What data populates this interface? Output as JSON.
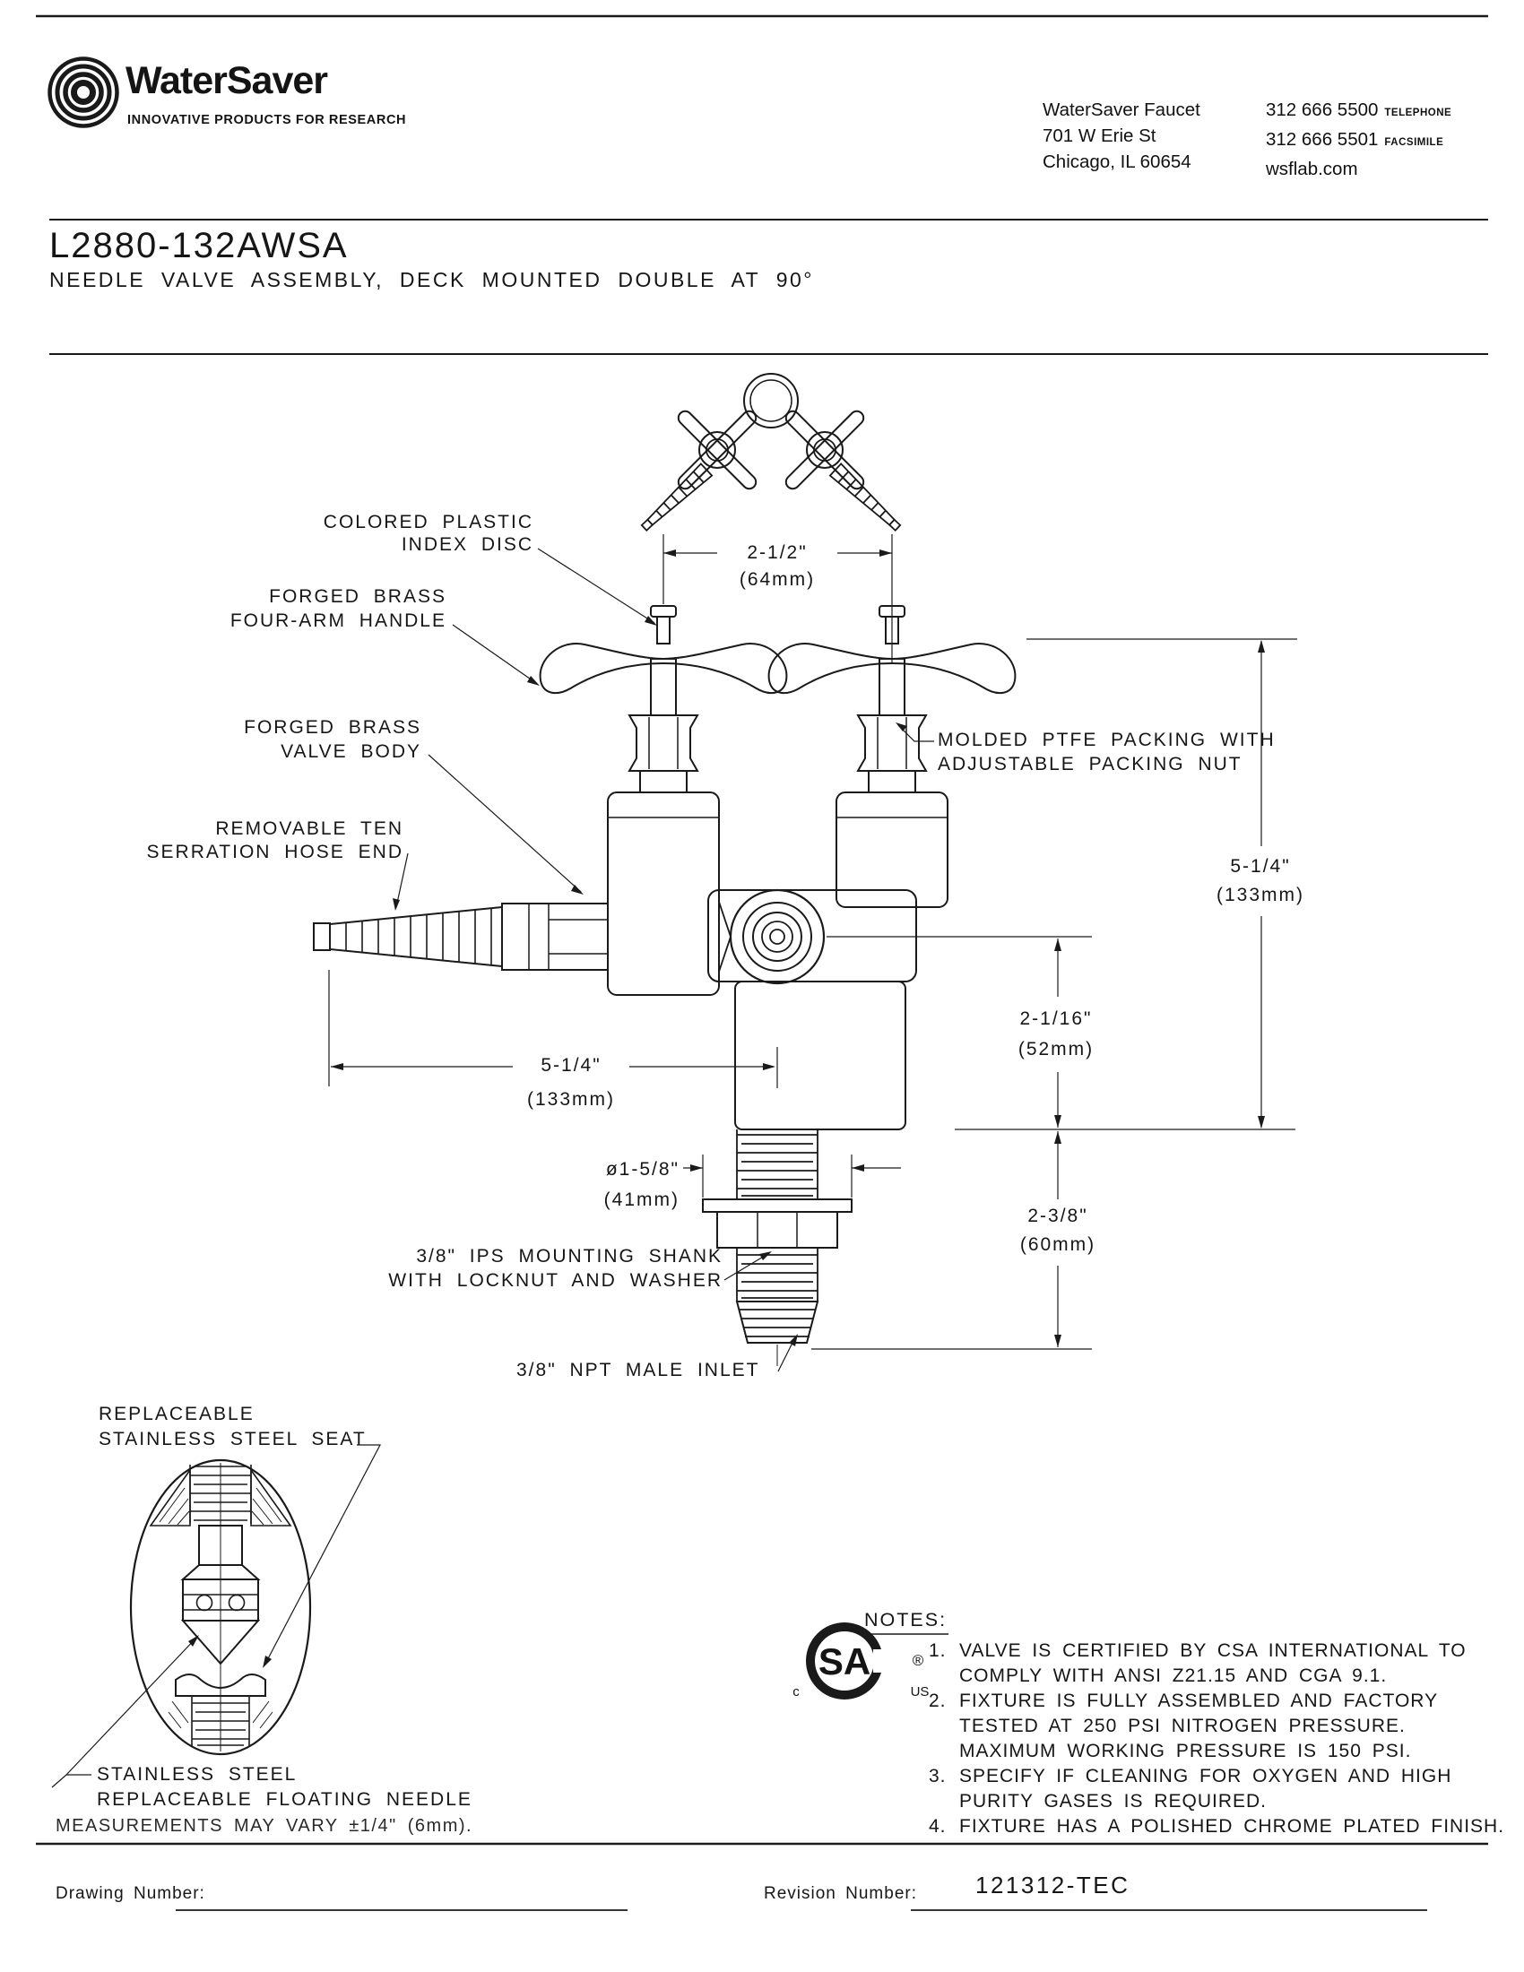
{
  "header": {
    "brand": "WaterSaver",
    "tagline": "INNOVATIVE PRODUCTS FOR RESEARCH",
    "company": "WaterSaver Faucet",
    "address_line1": "701 W Erie St",
    "address_line2": "Chicago, IL 60654",
    "phone": "312 666 5500",
    "phone_label": "TELEPHONE",
    "fax": "312 666 5501",
    "fax_label": "FACSIMILE",
    "website": "wsflab.com"
  },
  "title": {
    "model": "L2880-132AWSA",
    "description": "NEEDLE VALVE ASSEMBLY, DECK MOUNTED DOUBLE AT 90°"
  },
  "drawing": {
    "callouts": {
      "index_disc": {
        "line1": "COLORED PLASTIC",
        "line2": "INDEX DISC"
      },
      "handle": {
        "line1": "FORGED BRASS",
        "line2": "FOUR-ARM HANDLE"
      },
      "valve_body": {
        "line1": "FORGED BRASS",
        "line2": "VALVE BODY"
      },
      "hose_end": {
        "line1": "REMOVABLE TEN",
        "line2": "SERRATION HOSE END"
      },
      "packing": {
        "line1": "MOLDED PTFE PACKING WITH",
        "line2": "ADJUSTABLE PACKING NUT"
      },
      "mounting_shank": {
        "line1": "3/8\" IPS MOUNTING SHANK",
        "line2": "WITH LOCKNUT AND WASHER"
      },
      "inlet": {
        "line1": "3/8\" NPT MALE INLET"
      }
    },
    "dimensions": {
      "handle_spacing": {
        "inches": "2-1/2\"",
        "metric": "(64mm)"
      },
      "overall_height": {
        "inches": "5-1/4\"",
        "metric": "(133mm)"
      },
      "outlet_to_deck": {
        "inches": "2-1/16\"",
        "metric": "(52mm)"
      },
      "reach": {
        "inches": "5-1/4\"",
        "metric": "(133mm)"
      },
      "flange_diameter": {
        "inches": "ø1-5/8\"",
        "metric": "(41mm)"
      },
      "below_deck": {
        "inches": "2-3/8\"",
        "metric": "(60mm)"
      }
    }
  },
  "inset": {
    "seat_callout": {
      "line1": "REPLACEABLE",
      "line2": "STAINLESS STEEL SEAT"
    },
    "needle_callout": {
      "line1": "STAINLESS STEEL",
      "line2": "REPLACEABLE FLOATING NEEDLE"
    },
    "tolerance_note": "MEASUREMENTS MAY VARY ±1/4\" (6mm)."
  },
  "notes": {
    "heading": "NOTES:",
    "items": [
      {
        "num": "1.",
        "line1": "VALVE IS CERTIFIED BY CSA INTERNATIONAL TO",
        "line2": "COMPLY WITH ANSI Z21.15 AND CGA 9.1."
      },
      {
        "num": "2.",
        "line1": "FIXTURE IS FULLY ASSEMBLED AND FACTORY",
        "line2": "TESTED AT 250 PSI NITROGEN PRESSURE.",
        "line3": "MAXIMUM WORKING PRESSURE IS 150 PSI."
      },
      {
        "num": "3.",
        "line1": "SPECIFY IF CLEANING FOR OXYGEN AND HIGH",
        "line2": "PURITY GASES IS REQUIRED."
      },
      {
        "num": "4.",
        "line1": "FIXTURE HAS A POLISHED CHROME PLATED FINISH."
      }
    ],
    "csa": {
      "mark": "SA",
      "registered": "®",
      "c": "c",
      "us": "US"
    }
  },
  "footer": {
    "drawing_number_label": "Drawing Number:",
    "revision_number_label": "Revision Number:",
    "revision_number_value": "121312-TEC"
  }
}
